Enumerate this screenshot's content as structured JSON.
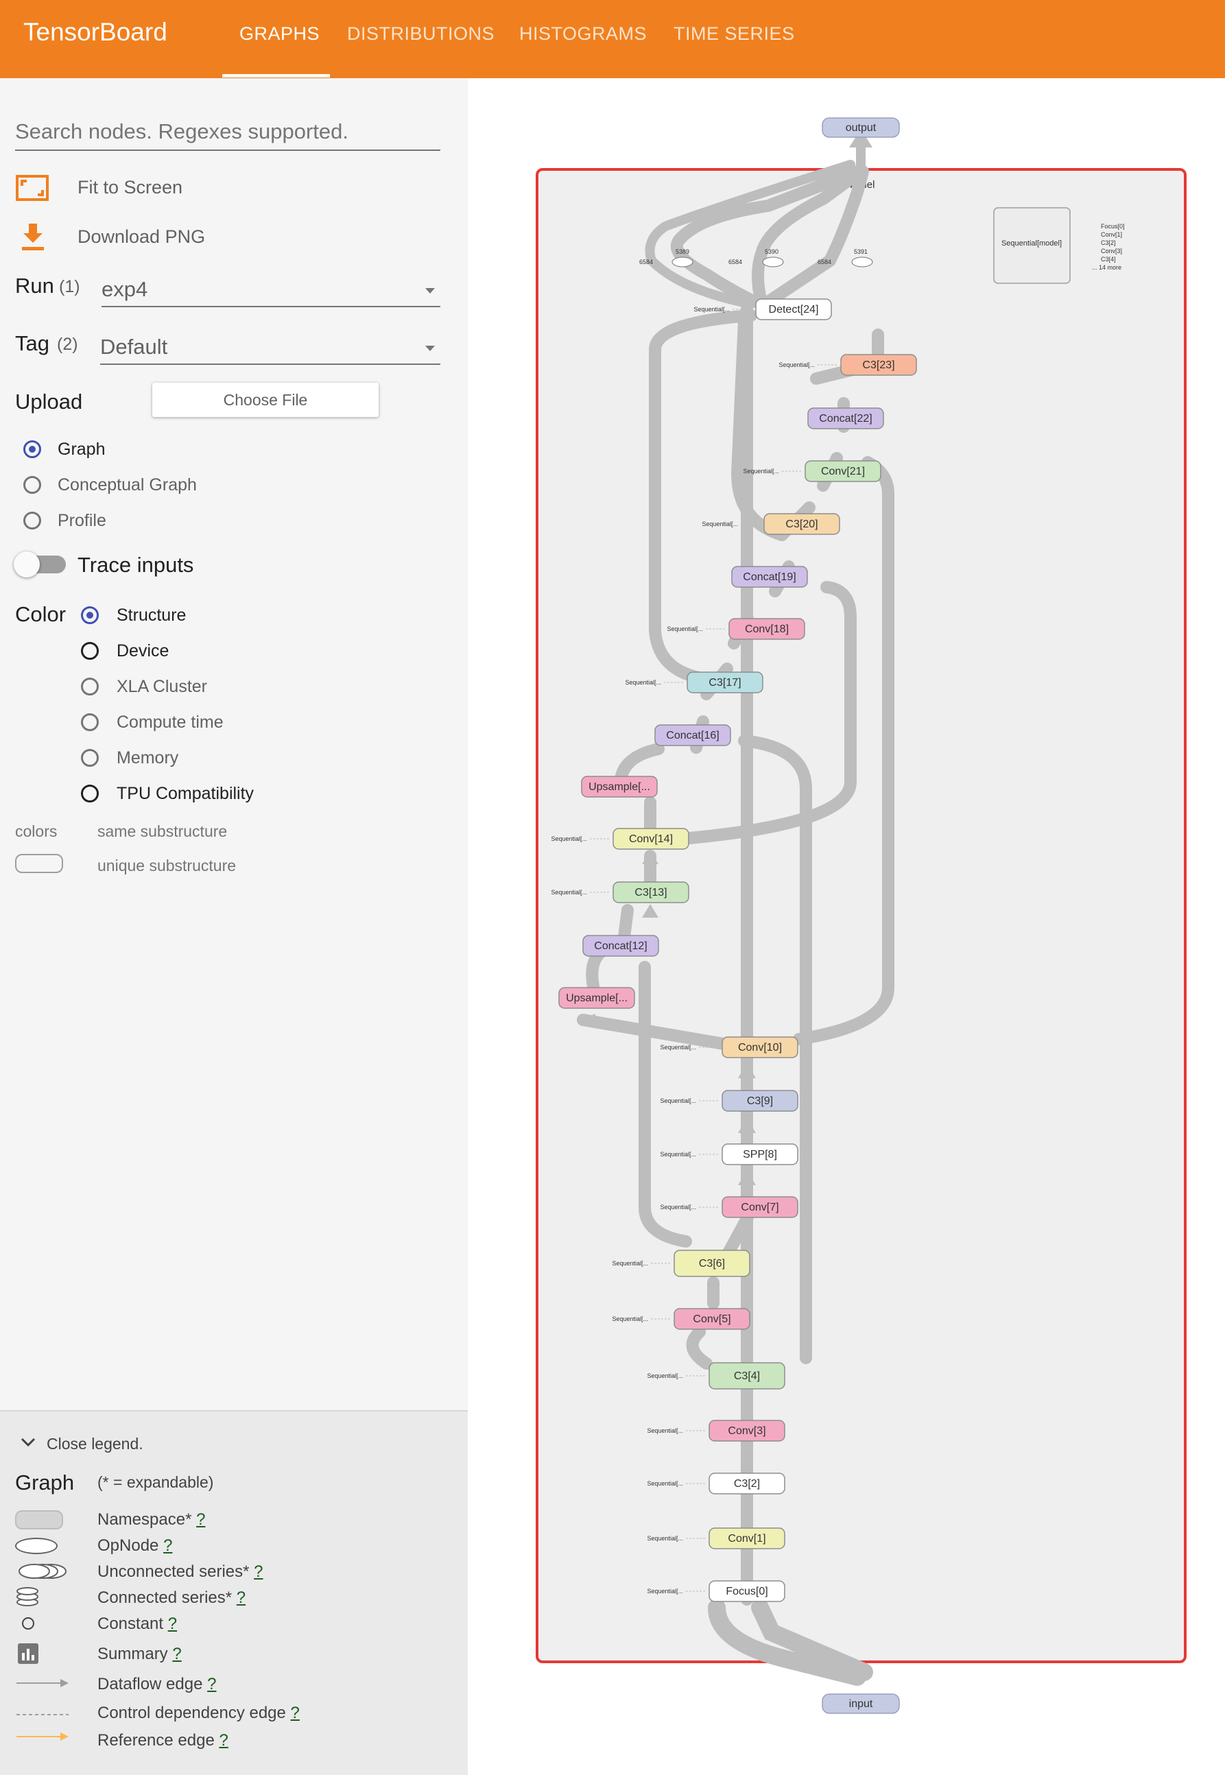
{
  "header": {
    "brand": "TensorBoard",
    "tabs": [
      {
        "label": "GRAPHS",
        "active": true
      },
      {
        "label": "DISTRIBUTIONS",
        "active": false
      },
      {
        "label": "HISTOGRAMS",
        "active": false
      },
      {
        "label": "TIME SERIES",
        "active": false
      }
    ],
    "color": "#f0801f"
  },
  "sidebar": {
    "search_placeholder": "Search nodes. Regexes supported.",
    "fit_to_screen": "Fit to Screen",
    "download_png": "Download PNG",
    "run_label": "Run",
    "run_count": "(1)",
    "run_value": "exp4",
    "tag_label": "Tag",
    "tag_count": "(2)",
    "tag_value": "Default",
    "upload_label": "Upload",
    "choose_file": "Choose File",
    "graph_type_options": [
      {
        "label": "Graph",
        "selected": true
      },
      {
        "label": "Conceptual Graph",
        "selected": false
      },
      {
        "label": "Profile",
        "selected": false
      }
    ],
    "trace_inputs": "Trace inputs",
    "color_label": "Color",
    "color_options": [
      {
        "label": "Structure",
        "selected": true
      },
      {
        "label": "Device",
        "selected": false
      },
      {
        "label": "XLA Cluster",
        "selected": false
      },
      {
        "label": "Compute time",
        "selected": false
      },
      {
        "label": "Memory",
        "selected": false
      },
      {
        "label": "TPU Compatibility",
        "selected": false
      }
    ],
    "colors_label": "colors",
    "same_substructure": "same substructure",
    "unique_substructure": "unique substructure"
  },
  "legend": {
    "close_legend": "Close legend.",
    "graph_label": "Graph",
    "expandable_note": "(* = expandable)",
    "items": [
      {
        "label": "Namespace*",
        "icon": "namespace-icon"
      },
      {
        "label": "OpNode",
        "icon": "opnode-icon"
      },
      {
        "label": "Unconnected series*",
        "icon": "unconnected-series-icon"
      },
      {
        "label": "Connected series*",
        "icon": "connected-series-icon"
      },
      {
        "label": "Constant",
        "icon": "constant-icon"
      },
      {
        "label": "Summary",
        "icon": "summary-icon"
      },
      {
        "label": "Dataflow edge",
        "icon": "dataflow-edge-icon"
      },
      {
        "label": "Control dependency edge",
        "icon": "control-edge-icon"
      },
      {
        "label": "Reference edge",
        "icon": "reference-edge-icon"
      }
    ],
    "help": "?"
  },
  "graph": {
    "output_label": "output",
    "input_label": "input",
    "model_label": "Model",
    "seq_label": "Sequential[...",
    "seq_short": "Sequential|...",
    "mini_title": "Sequential[model]",
    "mini_items": [
      "Focus[0]",
      "Conv[1]",
      "C3[2]",
      "Conv[3]",
      "C3[4]",
      "... 14 more"
    ],
    "const_labels": [
      "5389",
      "5390",
      "5391"
    ],
    "const_values": [
      "6584",
      "6584",
      "6584"
    ],
    "nodes": [
      {
        "id": "detect24",
        "label": "Detect[24]",
        "color": "#ffffff"
      },
      {
        "id": "c3_23",
        "label": "C3[23]",
        "color": "#f8b79a"
      },
      {
        "id": "concat22",
        "label": "Concat[22]",
        "color": "#cdbfe8"
      },
      {
        "id": "conv21",
        "label": "Conv[21]",
        "color": "#c9e6c0"
      },
      {
        "id": "c3_20",
        "label": "C3[20]",
        "color": "#f6d7a8"
      },
      {
        "id": "concat19",
        "label": "Concat[19]",
        "color": "#cdbfe8"
      },
      {
        "id": "conv18",
        "label": "Conv[18]",
        "color": "#f3a9c2"
      },
      {
        "id": "c3_17",
        "label": "C3[17]",
        "color": "#b8dfe3"
      },
      {
        "id": "concat16",
        "label": "Concat[16]",
        "color": "#cdbfe8"
      },
      {
        "id": "upsample15",
        "label": "Upsample[...",
        "color": "#f3a9c2"
      },
      {
        "id": "conv14",
        "label": "Conv[14]",
        "color": "#eff0b4"
      },
      {
        "id": "c3_13",
        "label": "C3[13]",
        "color": "#c9e6c0"
      },
      {
        "id": "concat12",
        "label": "Concat[12]",
        "color": "#cdbfe8"
      },
      {
        "id": "upsample11",
        "label": "Upsample[...",
        "color": "#f3a9c2"
      },
      {
        "id": "conv10",
        "label": "Conv[10]",
        "color": "#f6d7a8"
      },
      {
        "id": "c3_9",
        "label": "C3[9]",
        "color": "#c5cbe3"
      },
      {
        "id": "spp8",
        "label": "SPP[8]",
        "color": "#ffffff"
      },
      {
        "id": "conv7",
        "label": "Conv[7]",
        "color": "#f3a9c2"
      },
      {
        "id": "c3_6",
        "label": "C3[6]",
        "color": "#eff0b4"
      },
      {
        "id": "conv5",
        "label": "Conv[5]",
        "color": "#f3a9c2"
      },
      {
        "id": "c3_4",
        "label": "C3[4]",
        "color": "#c9e6c0"
      },
      {
        "id": "conv3",
        "label": "Conv[3]",
        "color": "#f3a9c2"
      },
      {
        "id": "c3_2",
        "label": "C3[2]",
        "color": "#ffffff"
      },
      {
        "id": "conv1",
        "label": "Conv[1]",
        "color": "#eff0b4"
      },
      {
        "id": "focus0",
        "label": "Focus[0]",
        "color": "#ffffff"
      }
    ]
  }
}
